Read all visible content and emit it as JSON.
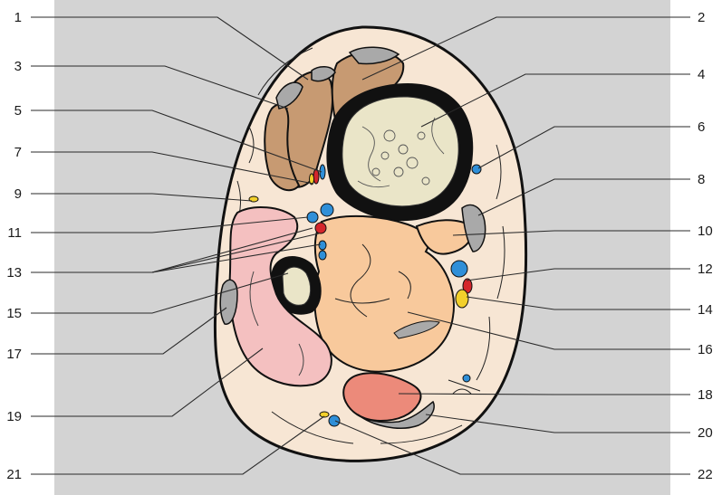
{
  "labels": {
    "left": [
      "1",
      "3",
      "5",
      "7",
      "9",
      "11",
      "13",
      "15",
      "17",
      "19",
      "21"
    ],
    "right": [
      "2",
      "4",
      "6",
      "8",
      "10",
      "12",
      "14",
      "16",
      "18",
      "20",
      "22"
    ]
  },
  "colors": {
    "background": "#d3d3d3",
    "skin": "#f7e6d4",
    "bone_cortex": "#111111",
    "bone_marrow": "#eae5c8",
    "muscle_brown": "#c79a72",
    "muscle_peach": "#f8c99c",
    "muscle_pink": "#f4c0c0",
    "muscle_salmon": "#ec8a7a",
    "tendon_gray": "#a9a9a9",
    "artery_red": "#d4262b",
    "vein_blue": "#2f8fd8",
    "nerve_yellow": "#f3d02b"
  }
}
